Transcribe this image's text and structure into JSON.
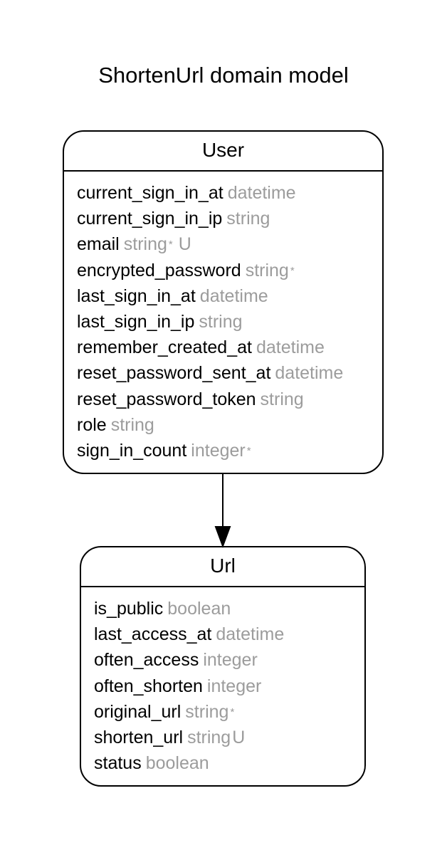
{
  "title": "ShortenUrl domain model",
  "entities": [
    {
      "name": "User",
      "attributes": [
        {
          "name": "current_sign_in_at",
          "type": "datetime"
        },
        {
          "name": "current_sign_in_ip",
          "type": "string"
        },
        {
          "name": "email",
          "type": "string",
          "flags": [
            "*",
            "U"
          ]
        },
        {
          "name": "encrypted_password",
          "type": "string",
          "flags": [
            "*"
          ]
        },
        {
          "name": "last_sign_in_at",
          "type": "datetime"
        },
        {
          "name": "last_sign_in_ip",
          "type": "string"
        },
        {
          "name": "remember_created_at",
          "type": "datetime"
        },
        {
          "name": "reset_password_sent_at",
          "type": "datetime"
        },
        {
          "name": "reset_password_token",
          "type": "string"
        },
        {
          "name": "role",
          "type": "string"
        },
        {
          "name": "sign_in_count",
          "type": "integer",
          "flags": [
            "*"
          ]
        }
      ]
    },
    {
      "name": "Url",
      "attributes": [
        {
          "name": "is_public",
          "type": "boolean"
        },
        {
          "name": "last_access_at",
          "type": "datetime"
        },
        {
          "name": "often_access",
          "type": "integer"
        },
        {
          "name": "often_shorten",
          "type": "integer"
        },
        {
          "name": "original_url",
          "type": "string",
          "flags": [
            "*"
          ]
        },
        {
          "name": "shorten_url",
          "type": "string",
          "flags": [
            "U"
          ]
        },
        {
          "name": "status",
          "type": "boolean"
        }
      ]
    }
  ],
  "relations": [
    {
      "from": "User",
      "to": "Url",
      "arrow": "filled"
    }
  ],
  "colors": {
    "line": "#000000",
    "type_text": "#9c9c9c",
    "background": "#ffffff"
  }
}
